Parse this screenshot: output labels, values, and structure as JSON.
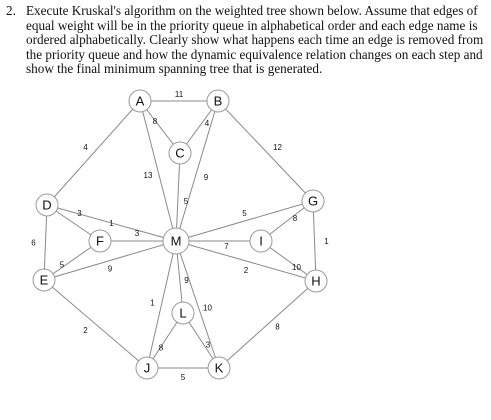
{
  "question": {
    "number": "2.",
    "text": "Execute Kruskal's algorithm on the weighted tree shown below. Assume that edges of equal weight will be in the priority queue in alphabetical order and each edge name is ordered alphabetically. Clearly show what happens each time an edge is removed from the priority queue and how the dynamic equivalence relation changes on each step and show the final minimum spanning tree that is generated."
  },
  "graph": {
    "nodes": [
      "A",
      "B",
      "C",
      "D",
      "E",
      "F",
      "G",
      "H",
      "I",
      "J",
      "K",
      "L",
      "M"
    ],
    "edges": [
      {
        "from": "A",
        "to": "B",
        "w": "11"
      },
      {
        "from": "A",
        "to": "C",
        "w": "8"
      },
      {
        "from": "B",
        "to": "C",
        "w": "4"
      },
      {
        "from": "A",
        "to": "D",
        "w": "4"
      },
      {
        "from": "A",
        "to": "M",
        "w": "13"
      },
      {
        "from": "B",
        "to": "M",
        "w": "9"
      },
      {
        "from": "C",
        "to": "M",
        "w": "5"
      },
      {
        "from": "B",
        "to": "G",
        "w": "12"
      },
      {
        "from": "D",
        "to": "E",
        "w": "6"
      },
      {
        "from": "D",
        "to": "F",
        "w": "3"
      },
      {
        "from": "D",
        "to": "M",
        "w": "1"
      },
      {
        "from": "E",
        "to": "F",
        "w": "5"
      },
      {
        "from": "E",
        "to": "M",
        "w": "9"
      },
      {
        "from": "E",
        "to": "J",
        "w": "2"
      },
      {
        "from": "F",
        "to": "M",
        "w": "3"
      },
      {
        "from": "G",
        "to": "H",
        "w": "1"
      },
      {
        "from": "G",
        "to": "I",
        "w": "8"
      },
      {
        "from": "G",
        "to": "M",
        "w": "5"
      },
      {
        "from": "H",
        "to": "I",
        "w": "10"
      },
      {
        "from": "H",
        "to": "M",
        "w": "2"
      },
      {
        "from": "H",
        "to": "K",
        "w": "8"
      },
      {
        "from": "I",
        "to": "M",
        "w": "7"
      },
      {
        "from": "J",
        "to": "M",
        "w": "1"
      },
      {
        "from": "J",
        "to": "L",
        "w": "8"
      },
      {
        "from": "J",
        "to": "K",
        "w": "5"
      },
      {
        "from": "K",
        "to": "L",
        "w": "3"
      },
      {
        "from": "K",
        "to": "M",
        "w": "10"
      },
      {
        "from": "L",
        "to": "M",
        "w": "9"
      }
    ]
  }
}
